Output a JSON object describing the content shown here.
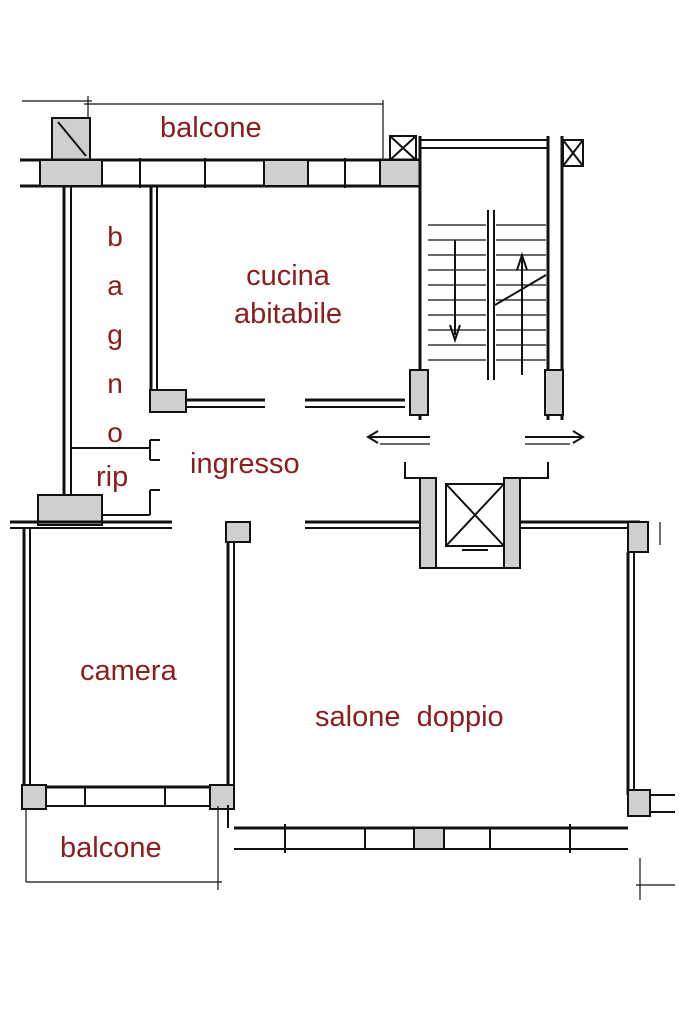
{
  "rooms": {
    "balcone_top": "balcone",
    "bagno": "bagno",
    "cucina_line1": "cucina",
    "cucina_line2": "abitabile",
    "ripostiglio": "rip",
    "ingresso": "ingresso",
    "camera": "camera",
    "salone": "salone  doppio",
    "balcone_bottom": "balcone"
  },
  "colors": {
    "label": "#8b1d1d",
    "lines": "#111111",
    "background": "#ffffff"
  }
}
